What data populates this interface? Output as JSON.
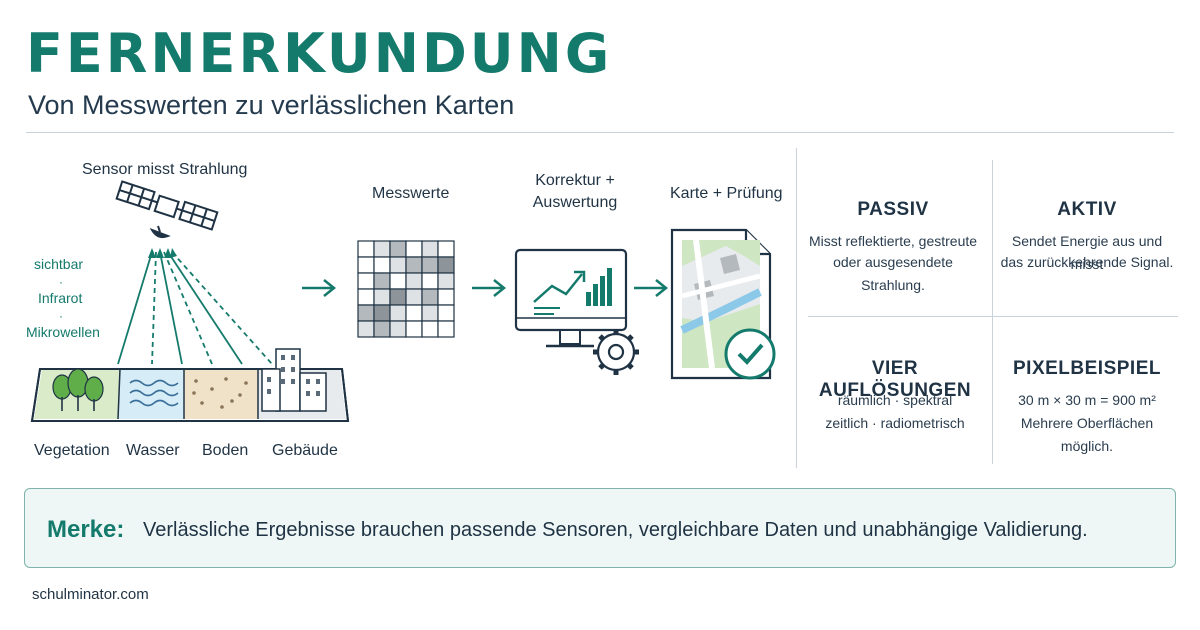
{
  "header": {
    "title": "FERNERKUNDUNG",
    "subtitle": "Von Messwerten zu verlässlichen Karten"
  },
  "sensor": {
    "caption": "Sensor misst Strahlung",
    "bands": [
      "sichtbar",
      "Infrarot",
      "Mikrowellen"
    ],
    "surfaces": [
      "Vegetation",
      "Wasser",
      "Boden",
      "Gebäude"
    ]
  },
  "pipeline": {
    "steps": [
      {
        "label": "Messwerte"
      },
      {
        "label_line1": "Korrektur +",
        "label_line2": "Auswertung"
      },
      {
        "label": "Karte + Prüfung"
      }
    ],
    "arrow_glyph": "→"
  },
  "info": {
    "passiv": {
      "title": "PASSIV",
      "line1": "Misst reflektierte, gestreute",
      "line2": "oder ausgesendete Strahlung."
    },
    "aktiv": {
      "title": "AKTIV",
      "line1": "Sendet Energie aus und misst",
      "line2": "das zurückkehrende Signal."
    },
    "aufloesungen": {
      "title": "VIER AUFLÖSUNGEN",
      "line1": "räumlich · spektral",
      "line2": "zeitlich · radiometrisch"
    },
    "pixelbeispiel": {
      "title": "PIXELBEISPIEL",
      "line1": "30 m × 30 m = 900 m²",
      "line2": "Mehrere Oberflächen möglich."
    }
  },
  "merke": {
    "label": "Merke:",
    "text": "Verlässliche Ergebnisse brauchen passende Sensoren, vergleichbare Daten und unabhängige Validierung."
  },
  "footer": {
    "source": "schulminator.com"
  },
  "colors": {
    "accent": "#147a6c",
    "text": "#1f3344",
    "divider": "#c9d2da",
    "note_bg": "#eef7f6"
  }
}
